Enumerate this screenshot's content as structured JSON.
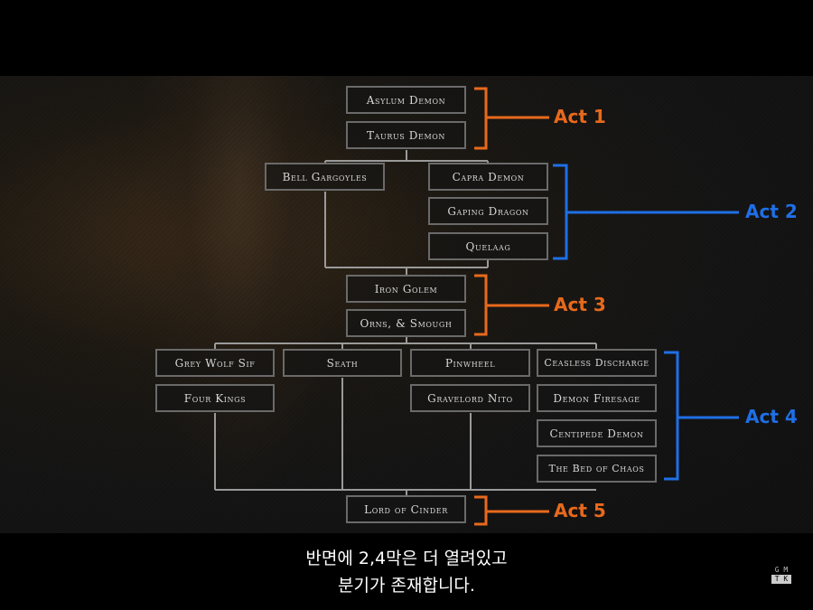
{
  "diagram": {
    "nodes": {
      "asylum_demon": "Asylum Demon",
      "taurus_demon": "Taurus Demon",
      "bell_gargoyles": "Bell Gargoyles",
      "capra_demon": "Capra Demon",
      "gaping_dragon": "Gaping Dragon",
      "quelaag": "Quelaag",
      "iron_golem": "Iron Golem",
      "orns_smough": "Orns, & Smough",
      "grey_wolf_sif": "Grey Wolf Sif",
      "seath": "Seath",
      "pinwheel": "Pinwheel",
      "ceasless_discharge": "Ceasless Discharge",
      "four_kings": "Four Kings",
      "gravelord_nito": "Gravelord Nito",
      "demon_firesage": "Demon Firesage",
      "centipede_demon": "Centipede Demon",
      "bed_of_chaos": "The Bed of Chaos",
      "lord_of_cinder": "Lord of Cinder"
    },
    "acts": {
      "act1": "Act 1",
      "act2": "Act 2",
      "act3": "Act 3",
      "act4": "Act 4",
      "act5": "Act 5"
    },
    "colors": {
      "orange": "#e8691c",
      "blue": "#1f6fe6",
      "line": "#9a9a9a"
    }
  },
  "subtitle": {
    "line1": "반면에 2,4막은 더 열려있고",
    "line2": "분기가 존재합니다."
  },
  "watermark": {
    "top": "G M",
    "bottom": "T K"
  }
}
